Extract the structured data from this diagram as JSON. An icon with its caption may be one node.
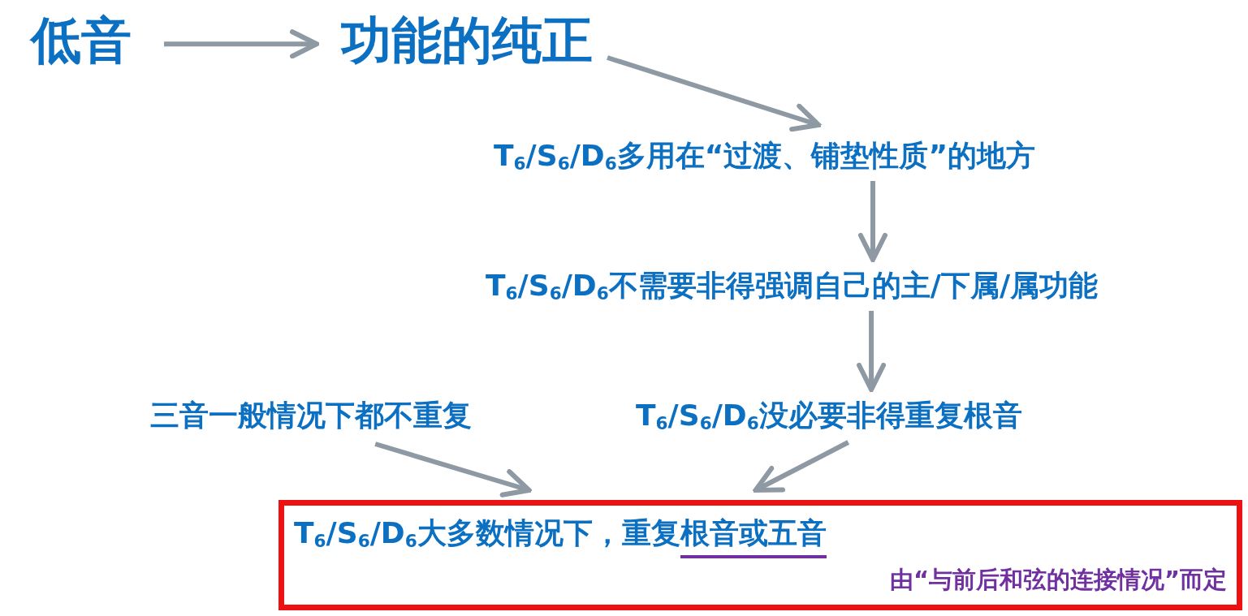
{
  "diagram": {
    "nodes": [
      {
        "text": [
          "低音"
        ]
      },
      {
        "text": [
          "功能的纯正"
        ]
      },
      {
        "text": [
          "T$_{6}$/S$_{6}$/D$_{6}$多用在“过渡、铺垫性质”的地方"
        ]
      },
      {
        "text": [
          "T$_{6}$/S$_{6}$/D$_{6}$不需要非得强调自己的主/下属/属功能"
        ]
      },
      {
        "text": [
          "三音一般情况下都不重复"
        ]
      },
      {
        "text": [
          "T$_{6}$/S$_{6}$/D$_{6}$没必要非得重复根音"
        ]
      },
      {
        "text": [
          "T$_{6}$/S$_{6}$/D$_{6}$大多数情况下，重复根音或五音",
          "由“与前后和弦的连接情况”而定"
        ]
      }
    ],
    "edges": [
      {
        "from": 0,
        "to": 1,
        "arrow": "to"
      },
      {
        "from": 1,
        "to": 2,
        "arrow": "to"
      },
      {
        "from": 2,
        "to": 3,
        "arrow": "to"
      },
      {
        "from": 3,
        "to": 5,
        "arrow": "to"
      },
      {
        "from": 4,
        "to": 6,
        "arrow": "to"
      },
      {
        "from": 5,
        "to": 6,
        "arrow": "to"
      }
    ]
  }
}
